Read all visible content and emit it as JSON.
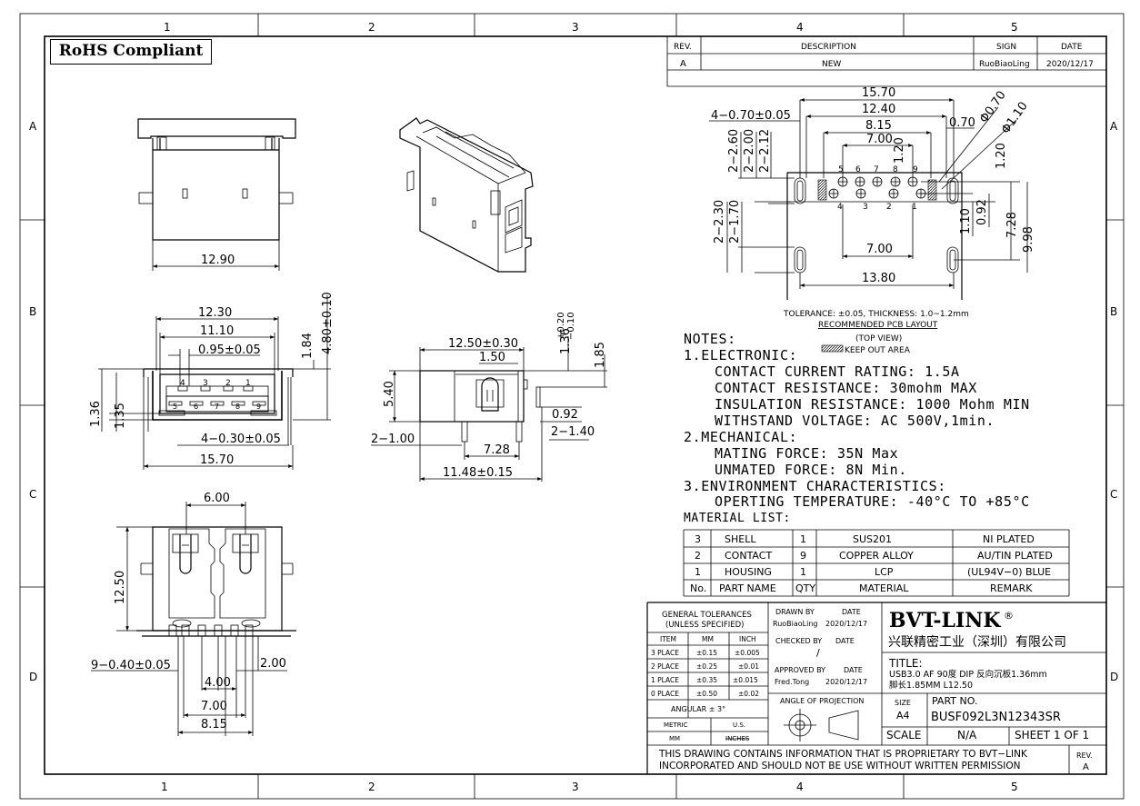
{
  "rohs": "RoHS Compliant",
  "grid": {
    "cols": [
      "1",
      "2",
      "3",
      "4",
      "5"
    ],
    "rows": [
      "A",
      "B",
      "C",
      "D"
    ]
  },
  "revision_block": {
    "headers": [
      "REV.",
      "DESCRIPTION",
      "SIGN",
      "DATE"
    ],
    "row": [
      "A",
      "NEW",
      "RuoBiaoLing",
      "2020/12/17"
    ]
  },
  "top_view": {
    "width_label": "12.90"
  },
  "pcb_layout": {
    "dims": {
      "d15_70": "15.70",
      "d12_40": "12.40",
      "d8_15": "8.15",
      "d7_00": "7.00",
      "d0_70": "0.70",
      "phi070": "Φ0.70",
      "phi110": "Φ1.10",
      "d4_070": "4−0.70±0.05",
      "d2_260": "2−2.60",
      "d2_200": "2−2.00",
      "d2_212": "2−2.12",
      "d1_20a": "1.20",
      "d1_20b": "1.20",
      "d2_230": "2−2.30",
      "d2_170": "2−1.70",
      "d7_00b": "7.00",
      "d13_80": "13.80",
      "d1_10": "1.10",
      "d0_92": "0.92",
      "d7_28": "7.28",
      "d9_98": "9.98"
    },
    "pins_top": [
      "5",
      "6",
      "7",
      "8",
      "9"
    ],
    "pins_bottom": [
      "4",
      "3",
      "2",
      "1"
    ],
    "tolerance": "TOLERANCE: ±0.05, THICKNESS: 1.0~1.2mm",
    "caption": "RECOMMENDED PCB LAYOUT",
    "view": "(TOP VIEW)",
    "keepout": "KEEP OUT AREA"
  },
  "front_view": {
    "d12_30": "12.30",
    "d11_10": "11.10",
    "d095": "0.95±0.05",
    "d1_84": "1.84",
    "d4_80": "4.80±0.10",
    "d1_36": "1.36",
    "d1_35": "1.35",
    "d4_030": "4−0.30±0.05",
    "d15_70": "15.70",
    "pins_top": [
      "4",
      "3",
      "2",
      "1"
    ],
    "pins_bottom": [
      "5",
      "6",
      "7",
      "8",
      "9"
    ]
  },
  "side_view": {
    "d12_50": "12.50±0.30",
    "d1_50": "1.50",
    "d1_36": "1.36",
    "tol_plus": "+0.20",
    "tol_minus": "−0.10",
    "d1_85": "1.85",
    "d5_40": "5.40",
    "d0_92": "0.92",
    "d2_140": "2−1.40",
    "d2_100": "2−1.00",
    "d7_28": "7.28",
    "d11_48": "11.48±0.15"
  },
  "bottom_view": {
    "d6_00": "6.00",
    "d12_50": "12.50",
    "d9_040": "9−0.40±0.05",
    "d2_00": "2.00",
    "d4_00": "4.00",
    "d7_00": "7.00",
    "d8_15": "8.15"
  },
  "notes": {
    "title": "NOTES:",
    "s1": "1.ELECTRONIC:",
    "l1": "CONTACT CURRENT RATING: 1.5A",
    "l2": "CONTACT RESISTANCE: 30mohm MAX",
    "l3": "INSULATION RESISTANCE: 1000 Mohm MIN",
    "l4": "WITHSTAND VOLTAGE: AC 500V,1min.",
    "s2": "2.MECHANICAL:",
    "l5": "MATING FORCE: 35N Max",
    "l6": "UNMATED FORCE: 8N Min.",
    "s3": "3.ENVIRONMENT CHARACTERISTICS:",
    "l7": "OPERTING TEMPERATURE: -40°C TO +85°C"
  },
  "material": {
    "title": "MATERIAL LIST:",
    "rows": [
      [
        "3",
        "SHELL",
        "1",
        "SUS201",
        "NI PLATED"
      ],
      [
        "2",
        "CONTACT",
        "9",
        "COPPER ALLOY",
        "AU/TIN PLATED"
      ],
      [
        "1",
        "HOUSING",
        "1",
        "LCP",
        "(UL94V−0) BLUE"
      ]
    ],
    "header": [
      "No.",
      "PART NAME",
      "QTY",
      "MATERIAL",
      "REMARK"
    ]
  },
  "title_block": {
    "gt1": "GENERAL TOLERANCES",
    "gt2": "(UNLESS SPECIFIED)",
    "tol_head": [
      "ITEM",
      "MM",
      "INCH"
    ],
    "tol_rows": [
      [
        "3 PLACE",
        "±0.15",
        "±0.005"
      ],
      [
        "2 PLACE",
        "±0.25",
        "±0.01"
      ],
      [
        "1 PLACE",
        "±0.35",
        "±0.015"
      ],
      [
        "0 PLACE",
        "±0.50",
        "±0.02"
      ]
    ],
    "angular": "ANGULAR ± 3°",
    "metric": "METRIC",
    "us": "U.S.",
    "mm": "MM",
    "inches": "INCHES",
    "drawn_by": "DRAWN BY",
    "drawn_date_label": "DATE",
    "drawn_name": "RuoBiaoLing",
    "drawn_date": "2020/12/17",
    "checked_by": "CHECKED BY",
    "checked_date_label": "DATE",
    "checked_val": "/",
    "approved_by": "APPROVED BY",
    "approved_date_label": "DATE",
    "approved_name": "Fred.Tong",
    "approved_date": "2020/12/17",
    "angle_proj": "ANGLE OF PROJECTION",
    "company": "BVT-LINK",
    "reg": "®",
    "company_cn": "兴联精密工业（深圳）有限公司",
    "title_label": "TITLE:",
    "title_l1": "USB3.0 AF 90度 DIP 反向沉板1.36mm",
    "title_l2": "脚长1.85MM L12.50",
    "size_label": "SIZE",
    "size": "A4",
    "part_label": "PART NO.",
    "part_no": "BUSF092L3N12343SR",
    "scale_label": "SCALE",
    "scale": "N/A",
    "sheet": "SHEET 1 OF 1",
    "prop1": "THIS DRAWING CONTAINS INFORMATION THAT IS PROPRIETARY TO BVT−LINK",
    "prop2": "INCORPORATED AND SHOULD NOT BE USE WITHOUT WRITTEN PERMISSION",
    "rev_label": "REV.",
    "rev": "A"
  }
}
